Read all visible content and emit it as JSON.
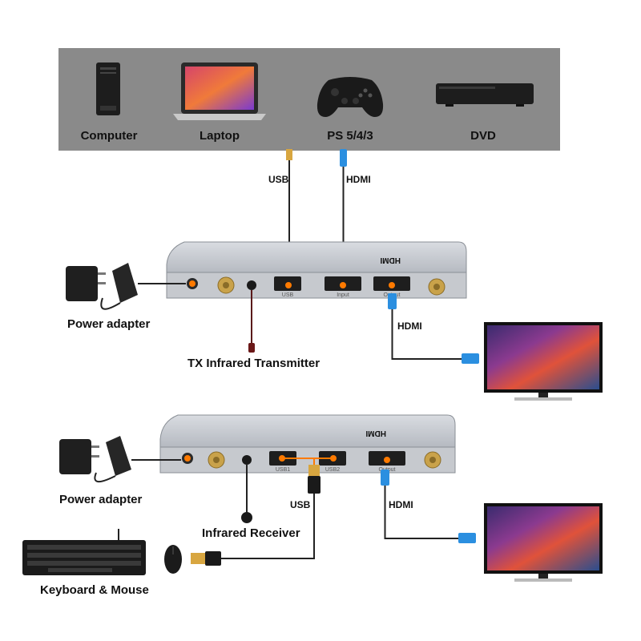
{
  "sources": [
    {
      "label": "Computer",
      "icon": "computer-tower-icon"
    },
    {
      "label": "Laptop",
      "icon": "laptop-icon"
    },
    {
      "label": "PS 5/4/3",
      "icon": "game-controller-icon"
    },
    {
      "label": "DVD",
      "icon": "dvd-player-icon"
    }
  ],
  "cables": {
    "usb_top": "USB",
    "hdmi_top": "HDMI",
    "hdmi_tx_out": "HDMI",
    "usb_rx": "USB",
    "hdmi_rx_out": "HDMI"
  },
  "transmitter": {
    "power_label": "Power adapter",
    "ir_label": "TX Infrared Transmitter",
    "ports": {
      "usb": "USB",
      "input": "Input",
      "output": "Output"
    }
  },
  "receiver": {
    "power_label": "Power adapter",
    "ir_label": "Infrared Receiver",
    "peripherals_label": "Keyboard & Mouse",
    "ports": {
      "usb1": "USB1",
      "usb2": "USB2",
      "output": "Output"
    }
  },
  "colors": {
    "source_panel": "#8a8a8a",
    "device_body": "#b8bcc4",
    "port_dot": "#ff7a00",
    "hdmi_connector": "#2b8fe0",
    "usb_connector": "#d8a640"
  }
}
